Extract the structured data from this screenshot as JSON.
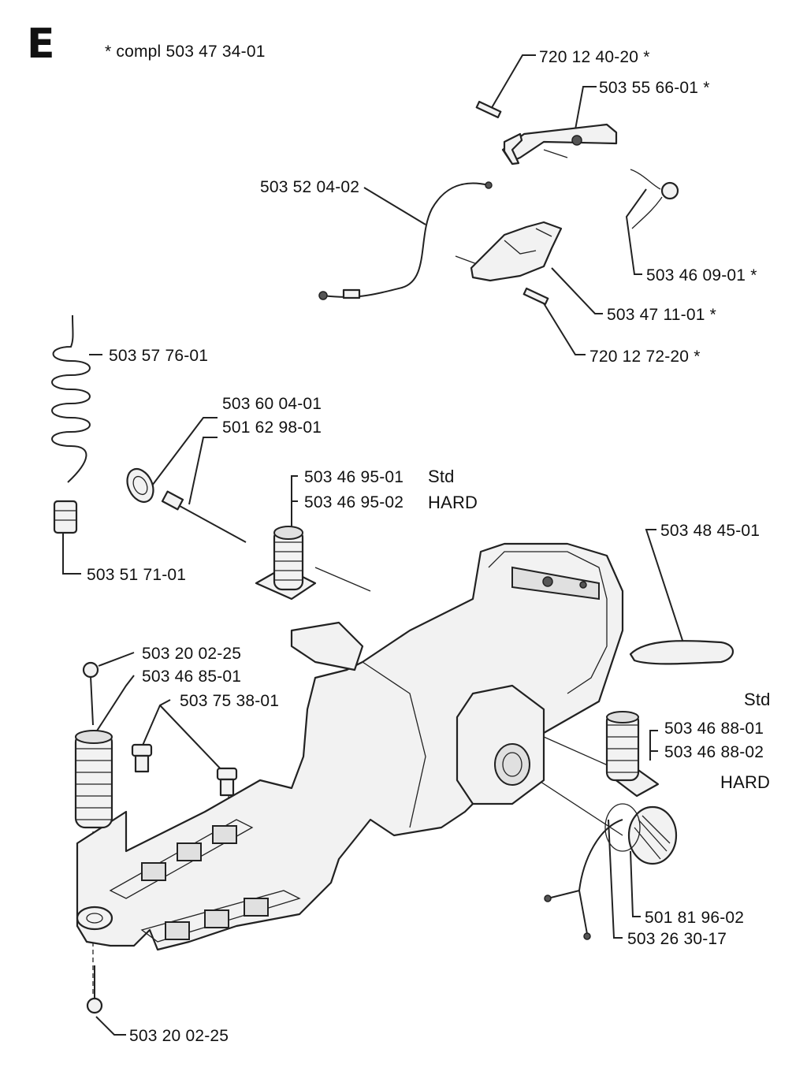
{
  "header": {
    "section_letter": "E",
    "note": "* compl 503 47 34-01"
  },
  "labels": {
    "p720_12_40_20": "720 12 40-20  *",
    "p503_55_66_01": "503 55 66-01  *",
    "p503_52_04_02": "503 52 04-02",
    "p503_46_09_01": "503 46 09-01  *",
    "p503_47_11_01": "503 47 11-01  *",
    "p720_12_72_20": "720 12 72-20  *",
    "p503_57_76_01": "503 57 76-01",
    "p503_60_04_01": "503 60 04-01",
    "p501_62_98_01": "501 62 98-01",
    "p503_46_95_01": "503 46 95-01",
    "std_1": "Std",
    "p503_46_95_02": "503 46 95-02",
    "hard_1": "HARD",
    "p503_51_71_01": "503 51 71-01",
    "p503_48_45_01": "503 48 45-01",
    "p503_20_02_25_top": "503 20 02-25",
    "p503_46_85_01": "503 46 85-01",
    "p503_75_38_01": "503 75 38-01",
    "std_2": "Std",
    "p503_46_88_01": "503 46 88-01",
    "p503_46_88_02": "503 46 88-02",
    "hard_2": "HARD",
    "p501_81_96_02": "501 81 96-02",
    "p503_26_30_17": "503 26 30-17",
    "p503_20_02_25_bottom": "503 20 02-25"
  }
}
